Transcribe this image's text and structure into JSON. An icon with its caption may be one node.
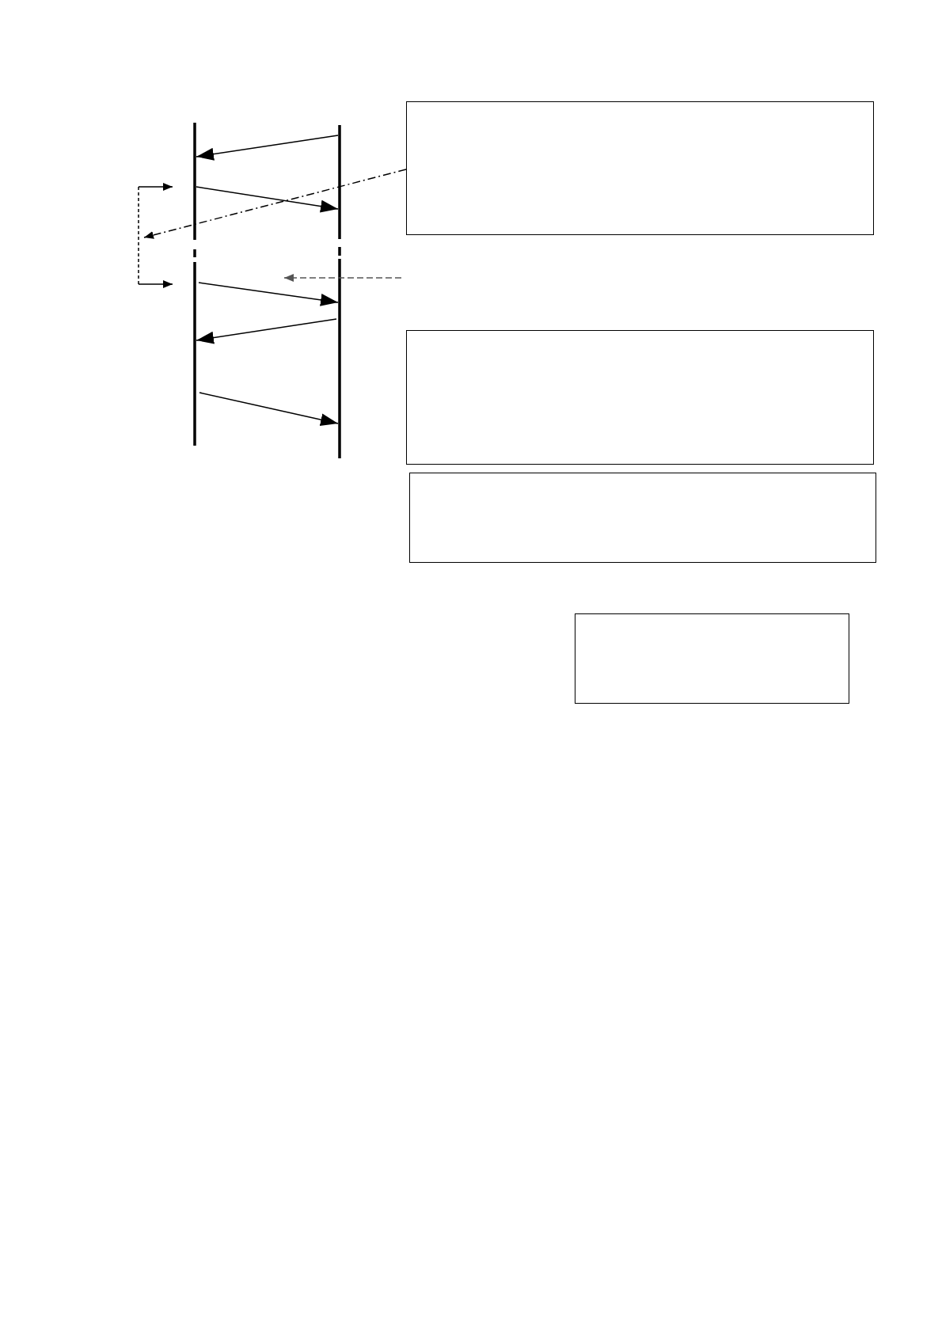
{
  "diagram": {
    "nodes": [
      {
        "text": [],
        "shape": "bar"
      },
      {
        "text": [],
        "shape": "bar"
      },
      {
        "text": [],
        "shape": "box"
      },
      {
        "text": [],
        "shape": "box"
      },
      {
        "text": [],
        "shape": "box"
      },
      {
        "text": [],
        "shape": "box"
      }
    ],
    "edges": [
      {
        "from": 1,
        "to": 0,
        "arrow": "to"
      },
      {
        "from": 0,
        "to": 1,
        "arrow": "to"
      },
      {
        "from": 0,
        "to": 1,
        "arrow": "to"
      },
      {
        "from": 1,
        "to": 0,
        "arrow": "to"
      },
      {
        "from": 0,
        "to": 1,
        "arrow": "to"
      },
      {
        "from": 2,
        "to": null,
        "arrow": "to",
        "style": "dashed"
      },
      {
        "from": 0,
        "to": 0,
        "arrow": "both",
        "style": "dashed"
      }
    ]
  }
}
